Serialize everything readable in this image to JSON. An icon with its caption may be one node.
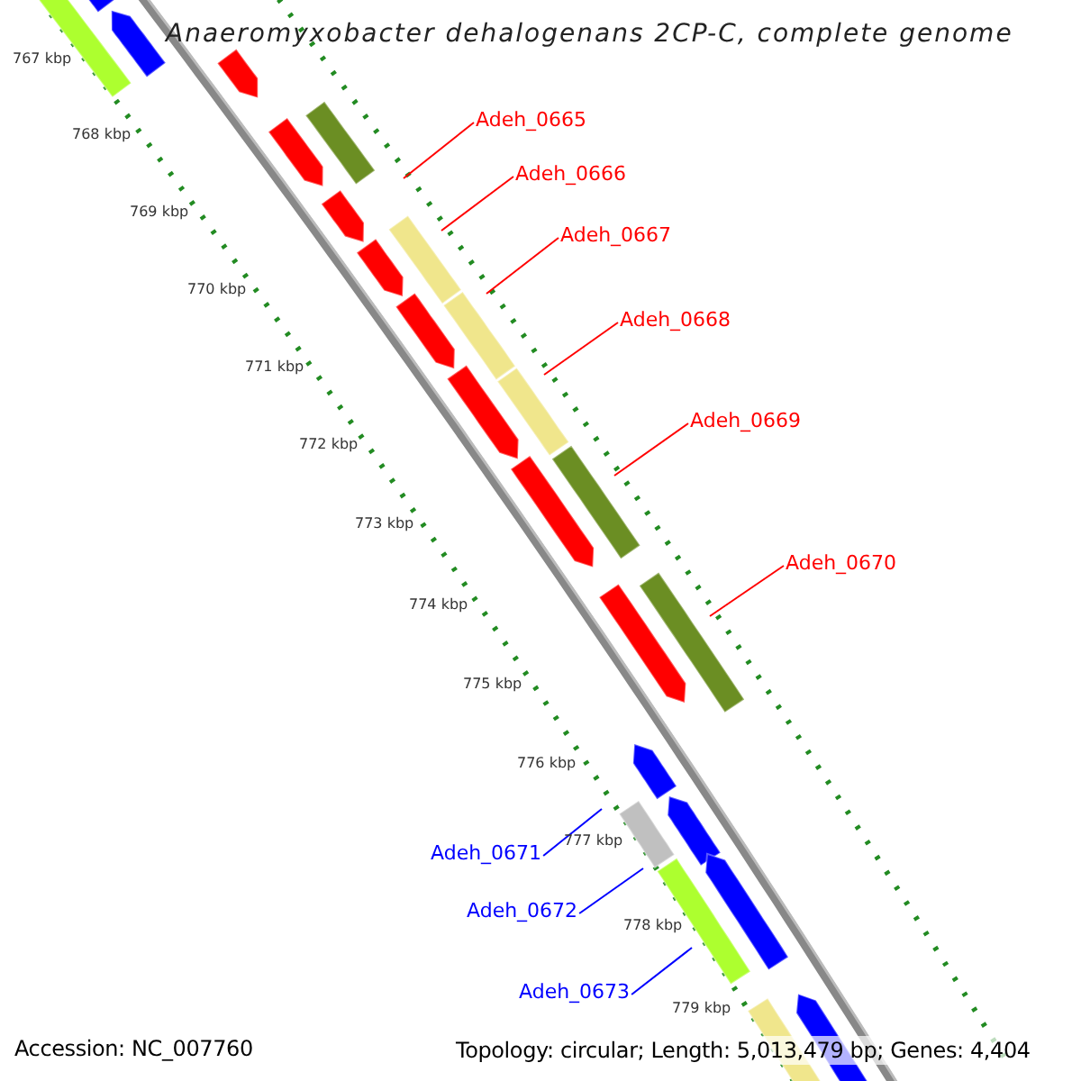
{
  "diagram": {
    "title": "Anaeromyxobacter dehalogenans 2CP-C, complete genome",
    "nodes": [
      {
        "text": [
          "Adeh_0665"
        ]
      },
      {
        "text": [
          "Adeh_0666"
        ]
      },
      {
        "text": [
          "Adeh_0667"
        ]
      },
      {
        "text": [
          "Adeh_0668"
        ]
      },
      {
        "text": [
          "Adeh_0669"
        ]
      },
      {
        "text": [
          "Adeh_0670"
        ]
      },
      {
        "text": [
          "Adeh_0671"
        ]
      },
      {
        "text": [
          "Adeh_0672"
        ]
      },
      {
        "text": [
          "Adeh_0673"
        ]
      }
    ],
    "edges": [
      {
        "from": 0,
        "to": null,
        "arrow": "none"
      },
      {
        "from": 1,
        "to": null,
        "arrow": "none"
      },
      {
        "from": 2,
        "to": null,
        "arrow": "none"
      },
      {
        "from": 3,
        "to": null,
        "arrow": "none"
      },
      {
        "from": 4,
        "to": null,
        "arrow": "none"
      },
      {
        "from": 5,
        "to": null,
        "arrow": "none"
      },
      {
        "from": 6,
        "to": null,
        "arrow": "none",
        "color": "#0000ff"
      },
      {
        "from": 7,
        "to": null,
        "arrow": "none",
        "color": "#0000ff"
      },
      {
        "from": 8,
        "to": null,
        "arrow": "none",
        "color": "#0000ff"
      }
    ],
    "labels": [
      "767 kbp",
      "768 kbp",
      "769 kbp",
      "770 kbp",
      "771 kbp",
      "772 kbp",
      "773 kbp",
      "774 kbp",
      "775 kbp",
      "776 kbp",
      "777 kbp",
      "778 kbp",
      "779 kbp",
      "Accession: NC_007760",
      "Topology: circular; Length: 5,013,479 bp; Genes: 4,404"
    ]
  }
}
